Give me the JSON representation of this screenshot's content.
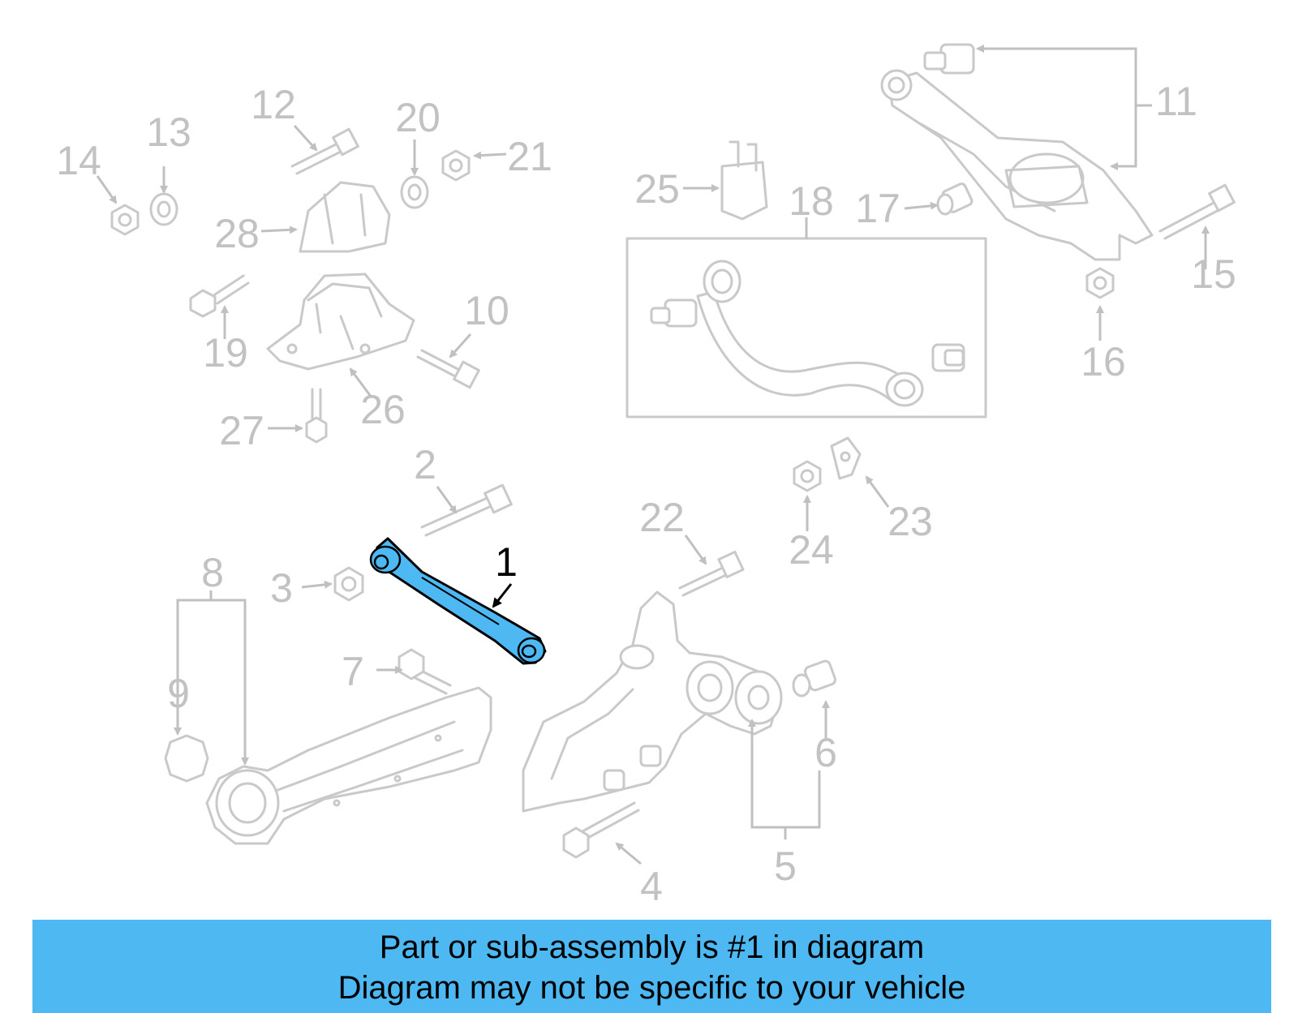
{
  "diagram": {
    "highlighted_part": "1",
    "highlight_color": "#4db8f2",
    "callouts": [
      "1",
      "2",
      "3",
      "4",
      "5",
      "6",
      "7",
      "8",
      "9",
      "10",
      "11",
      "12",
      "13",
      "14",
      "15",
      "16",
      "17",
      "18",
      "19",
      "20",
      "21",
      "22",
      "23",
      "24",
      "25",
      "26",
      "27",
      "28"
    ]
  },
  "banner": {
    "line1": "Part or sub-assembly is #1 in diagram",
    "line2": "Diagram may not be specific to your vehicle",
    "background": "#4db8f2"
  }
}
